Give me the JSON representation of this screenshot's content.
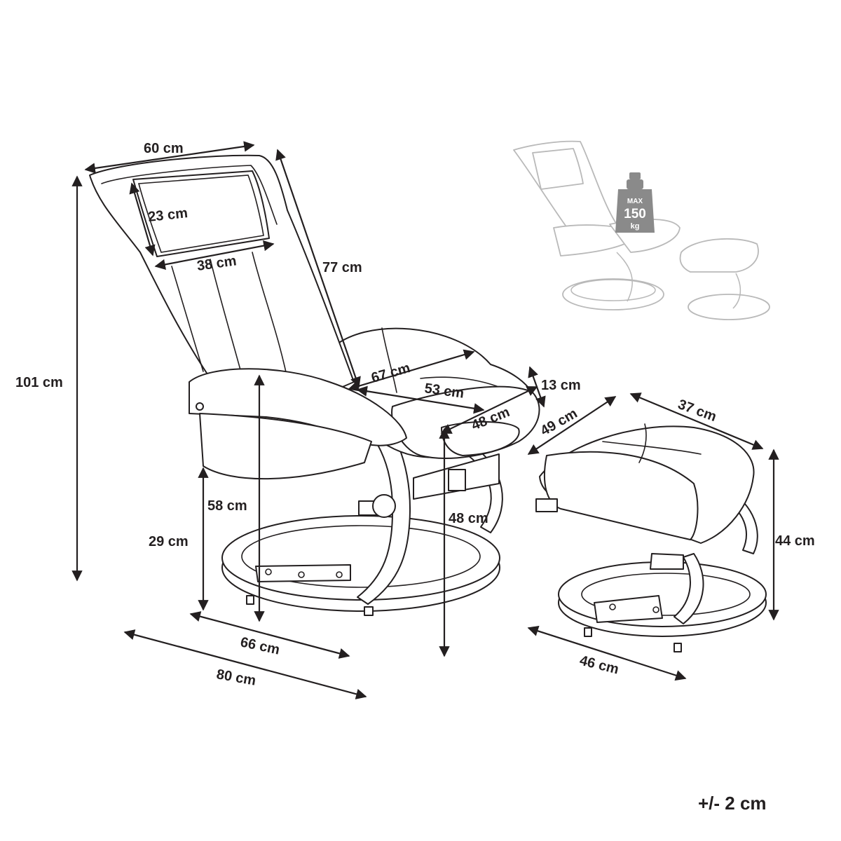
{
  "dimensions": {
    "chair_width": "60 cm",
    "chair_height": "101 cm",
    "headrest_height": "23 cm",
    "headrest_width": "38 cm",
    "backrest_length": "77 cm",
    "seat_depth": "67 cm",
    "seat_width": "53 cm",
    "seat_thickness": "13 cm",
    "seat_front_depth": "48 cm",
    "seat_height": "48 cm",
    "armrest_height": "58 cm",
    "base_clearance": "29 cm",
    "base_depth": "66 cm",
    "total_depth": "80 cm",
    "ottoman_depth": "49 cm",
    "ottoman_width": "37 cm",
    "ottoman_height": "44 cm",
    "ottoman_base": "46 cm"
  },
  "load_badge": {
    "line1": "MAX",
    "line2": "150",
    "line3": "kg"
  },
  "tolerance": "+/- 2 cm"
}
